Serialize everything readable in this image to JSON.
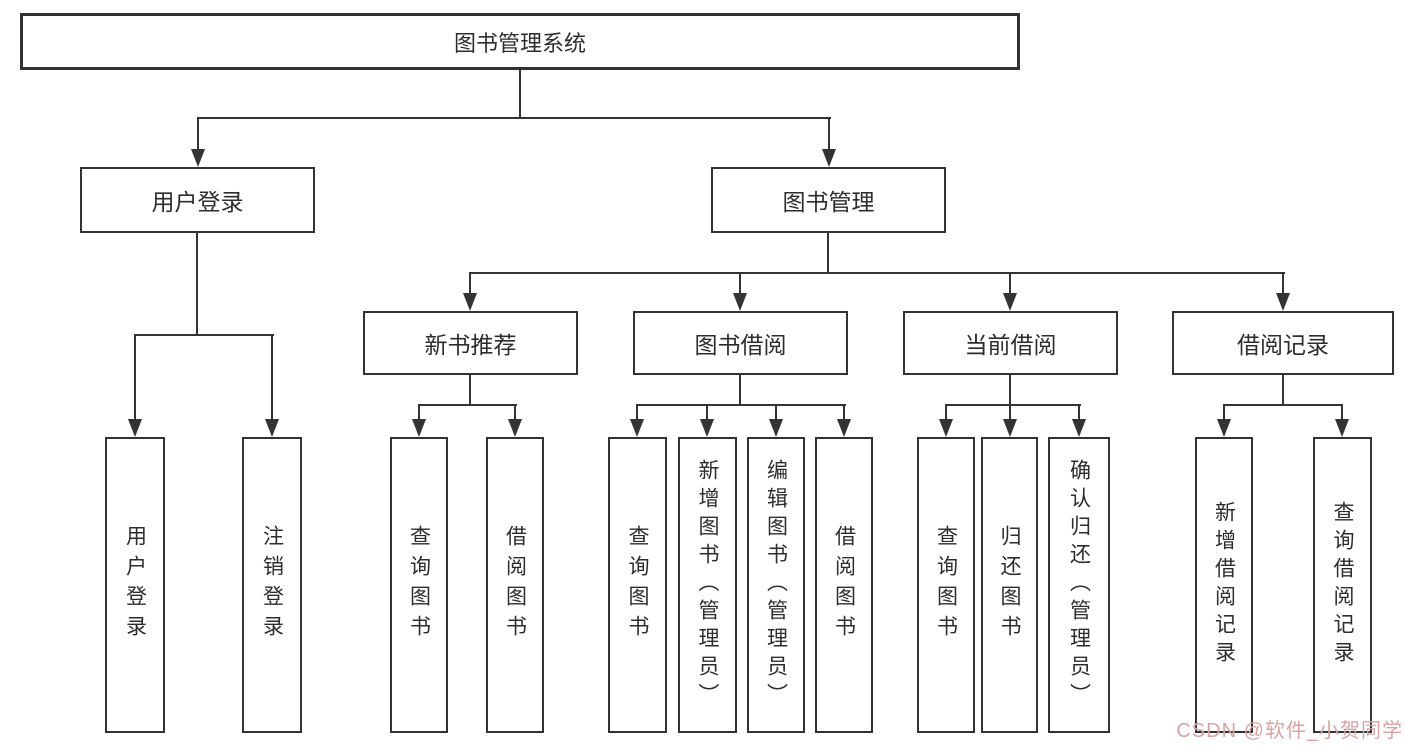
{
  "diagram": {
    "root": {
      "label": "图书管理系统"
    },
    "branches": [
      {
        "label": "用户登录",
        "children": [
          {
            "label": "用户登录"
          },
          {
            "label": "注销登录"
          }
        ]
      },
      {
        "label": "图书管理",
        "children": [
          {
            "label": "新书推荐",
            "children": [
              {
                "label": "查询图书"
              },
              {
                "label": "借阅图书"
              }
            ]
          },
          {
            "label": "图书借阅",
            "children": [
              {
                "label": "查询图书"
              },
              {
                "label": "新增图书（管理员）"
              },
              {
                "label": "编辑图书（管理员）"
              },
              {
                "label": "借阅图书"
              }
            ]
          },
          {
            "label": "当前借阅",
            "children": [
              {
                "label": "查询图书"
              },
              {
                "label": "归还图书"
              },
              {
                "label": "确认归还（管理员）"
              }
            ]
          },
          {
            "label": "借阅记录",
            "children": [
              {
                "label": "新增借阅记录"
              },
              {
                "label": "查询借阅记录"
              }
            ]
          }
        ]
      }
    ]
  },
  "watermark": {
    "text": "CSDN @软件_小贺同学",
    "color": "#d9a3a3"
  },
  "colors": {
    "line": "#333333",
    "text": "#2d2d2d",
    "background": "#ffffff"
  }
}
